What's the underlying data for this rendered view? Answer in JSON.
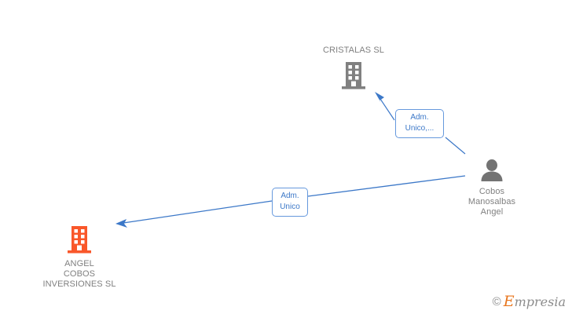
{
  "diagram": {
    "type": "corporate-relationship-graph",
    "background_color": "#ffffff",
    "nodes": [
      {
        "id": "cristalas",
        "label": "CRISTALAS SL",
        "icon": "building-icon",
        "color": "#808080",
        "label_position": "above"
      },
      {
        "id": "angel-cobos",
        "label": "ANGEL\nCOBOS\nINVERSIONES SL",
        "icon": "building-icon",
        "color": "#f9572a",
        "label_position": "below"
      },
      {
        "id": "cobos-manosalbas-angel",
        "label": "Cobos\nManosalbas\nAngel",
        "icon": "person-icon",
        "color": "#737373",
        "label_position": "below"
      }
    ],
    "edges": [
      {
        "id": "edge-1",
        "from": "cobos-manosalbas-angel",
        "to": "cristalas",
        "label": "Adm.\nUnico,...",
        "color": "#3c78c8"
      },
      {
        "id": "edge-2",
        "from": "cobos-manosalbas-angel",
        "to": "angel-cobos",
        "label": "Adm.\nUnico",
        "color": "#3c78c8"
      }
    ]
  },
  "watermark": {
    "copyright": "©",
    "brand_first_letter": "E",
    "brand_rest": "mpresia",
    "brand_color": "#e8761e",
    "text_color": "#8c8c8c"
  }
}
